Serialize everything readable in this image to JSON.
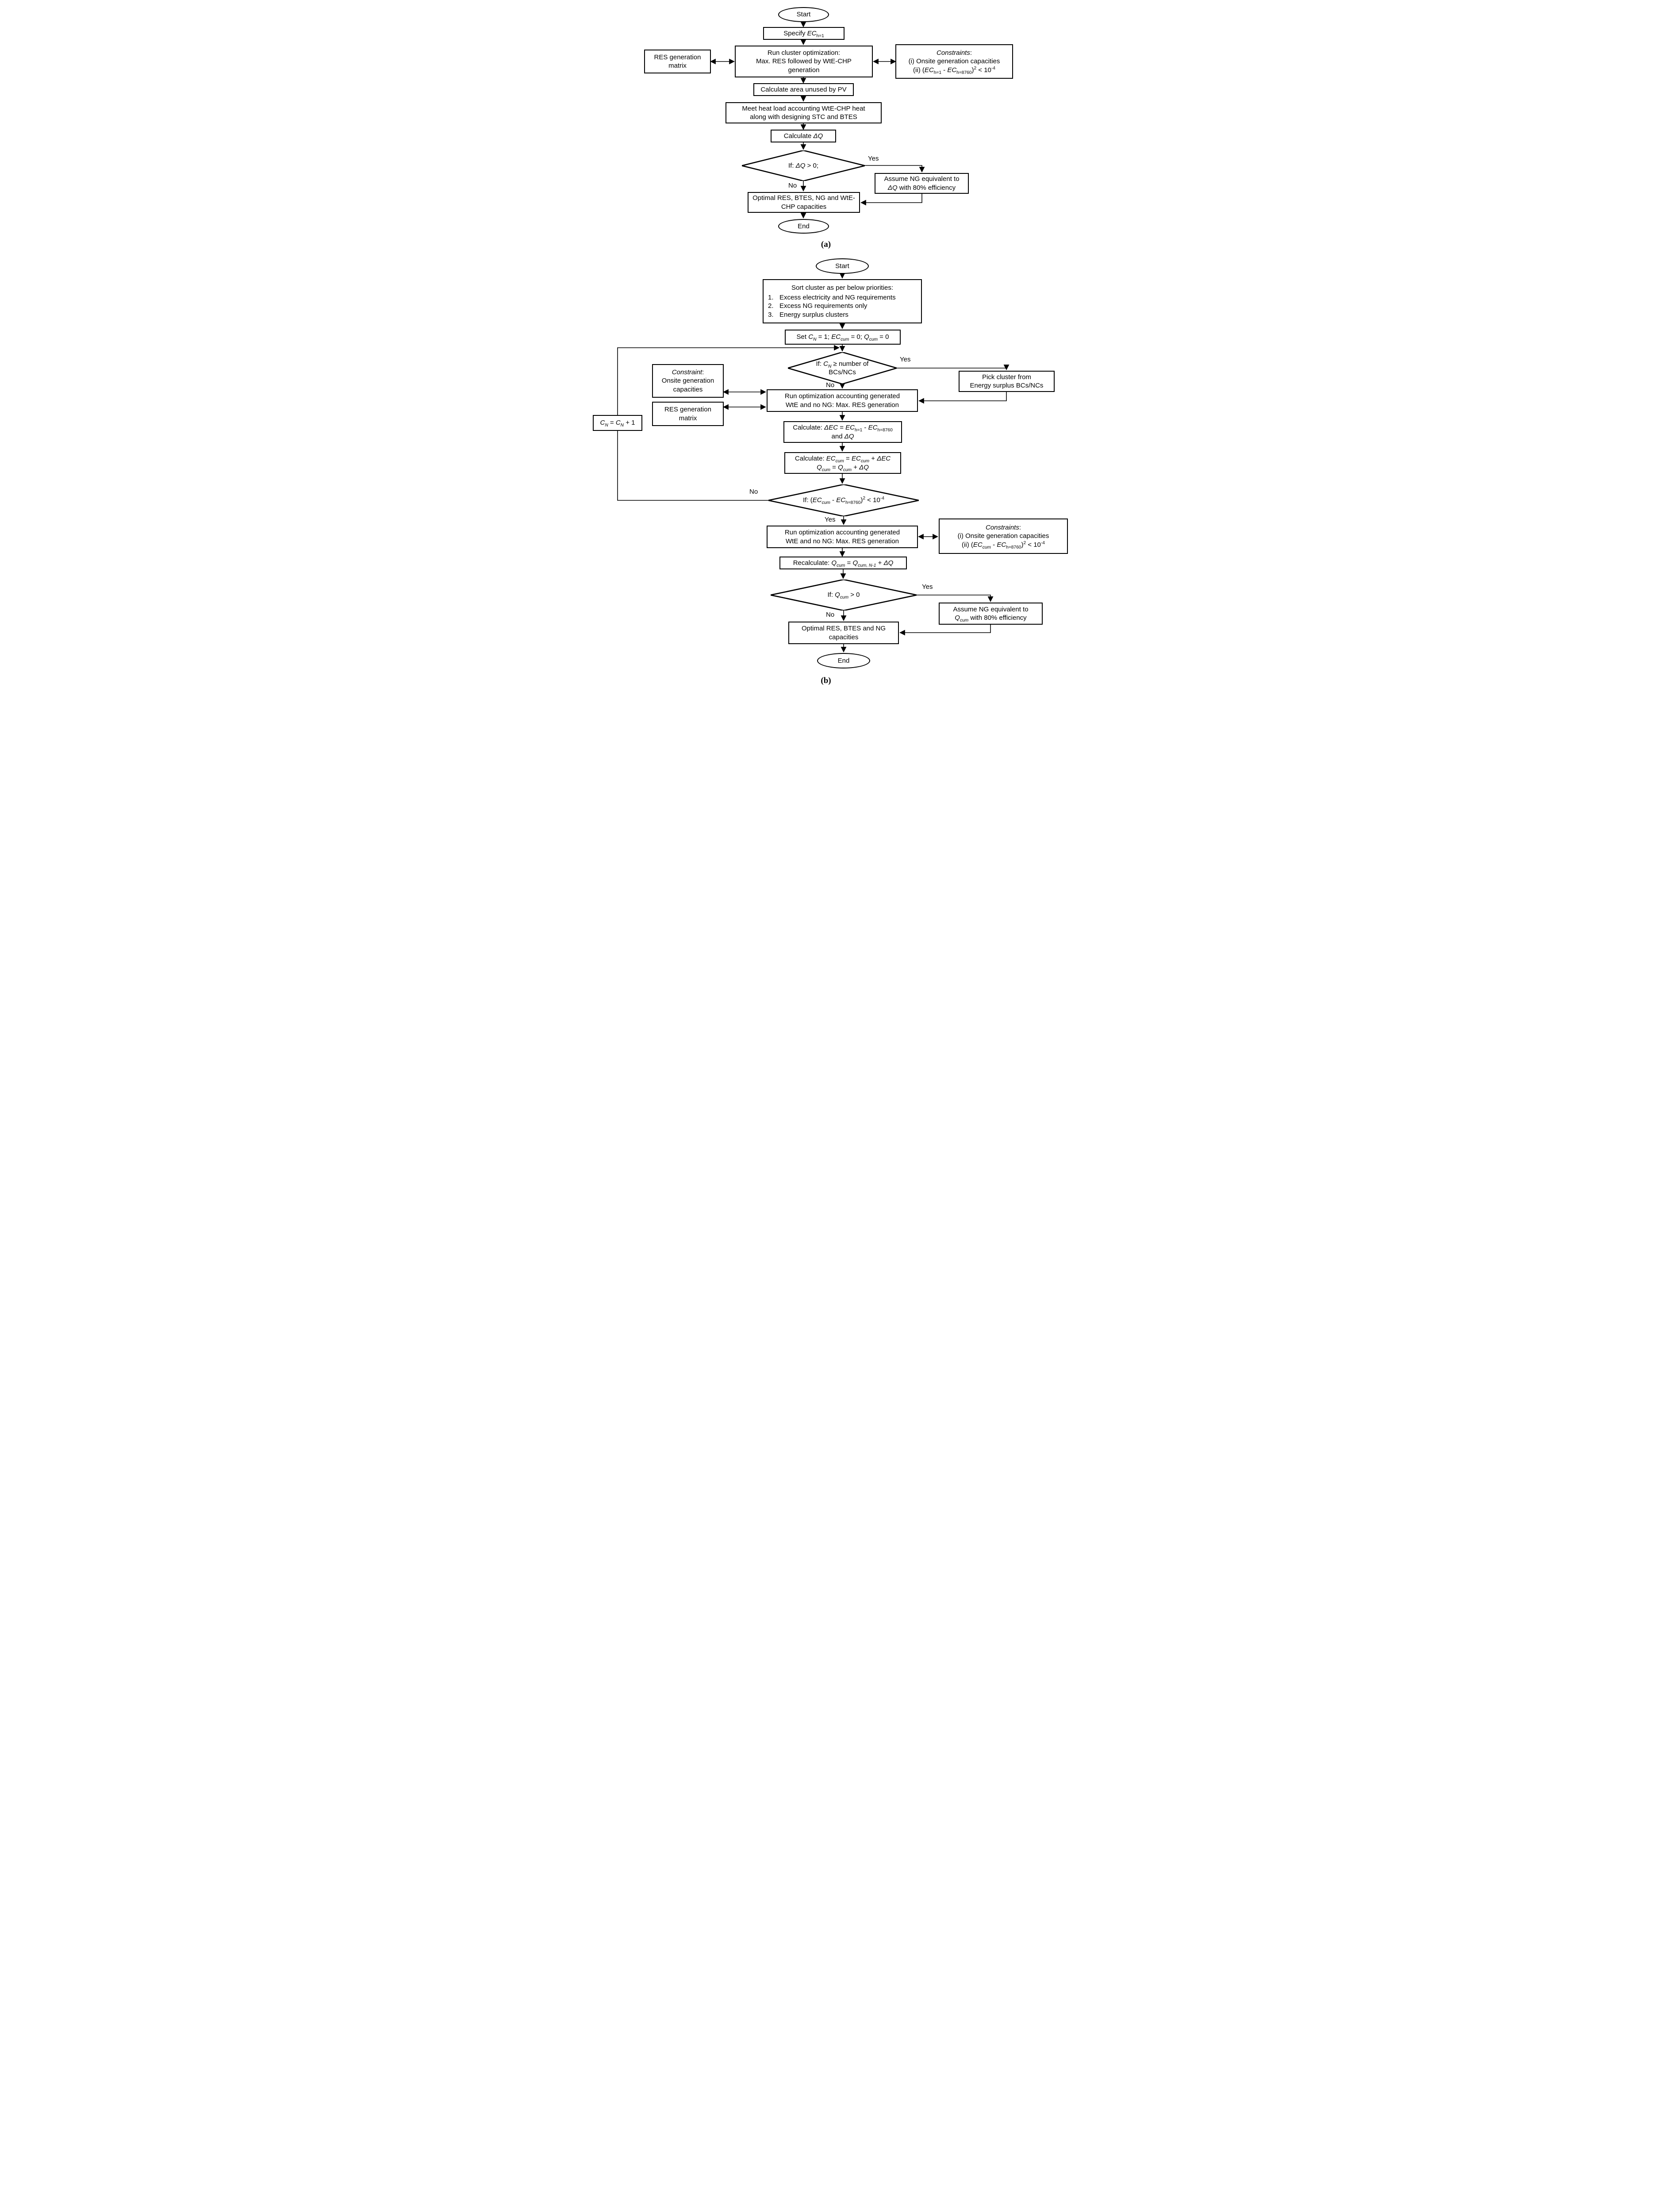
{
  "labels": {
    "yes": "Yes",
    "no": "No"
  },
  "flowchart_a": {
    "caption": "(a)",
    "start": "Start",
    "end": "End",
    "specify": "Specify *EC*_{h=1}",
    "run_cluster": "Run cluster optimization:\nMax. RES followed by WtE-CHP\ngeneration",
    "res_matrix": "RES generation\nmatrix",
    "constraints_title": "*Constraints*:",
    "constraints_line1": "(i) Onsite generation capacities",
    "constraints_line2": "(ii) (*EC*_{h=1} - *EC*_{h=8760})^{2} < 10^{-4}",
    "calc_area": "Calculate area unused by PV",
    "meet_heat": "Meet heat load accounting WtE-CHP heat\nalong with designing STC and BTES",
    "calc_dq": "Calculate *ΔQ*",
    "decision_dq": "If: *ΔQ* > 0;",
    "assume_ng": "Assume NG equivalent to\n*ΔQ* with 80% efficiency",
    "optimal": "Optimal RES, BTES, NG and WtE-\nCHP capacities"
  },
  "flowchart_b": {
    "caption": "(b)",
    "start": "Start",
    "end": "End",
    "sort_title": "Sort cluster as per below priorities:",
    "sort_items": [
      {
        "num": "1.",
        "text": "Excess electricity and NG requirements"
      },
      {
        "num": "2.",
        "text": "Excess NG requirements only"
      },
      {
        "num": "3.",
        "text": "Energy surplus clusters"
      }
    ],
    "set_values": "Set *C*_{*N*} = 1; *EC*_{*cum*} = 0; *Q*_{*cum*} = 0",
    "decision_cn": "If: *C*_{*N*} ≥ number of\nBCs/NCs",
    "pick_cluster": "Pick cluster from\nEnergy surplus BCs/NCs",
    "constraint_title": "*Constraint*:",
    "constraint_body": "Onsite generation\ncapacities",
    "res_matrix": "RES generation\nmatrix",
    "run_opt1": "Run optimization accounting generated\nWtE and no NG: Max. RES generation",
    "cn_increment": "*C*_{*N*} = *C*_{*N*} + 1",
    "calc_dec": "Calculate: *ΔEC* = *EC*_{h=1} - *EC*_{h=8760}\nand *ΔQ*",
    "calc_cum": "Calculate: *EC*_{*cum*} = *EC*_{*cum*} + *ΔEC*\n*Q*_{*cum*} = *Q*_{*cum*} + *ΔQ*",
    "decision_ec": "If: (*EC*_{*cum*} - *EC*_{h=8760})^{2} < 10^{-4}",
    "run_opt2": "Run optimization accounting generated\nWtE and no NG: Max. RES generation",
    "constraints_title": "*Constraints*:",
    "constraints_line1": "(i) Onsite generation capacities",
    "constraints_line2": "(ii) (*EC*_{*cum*} - *EC*_{h=8760})^{2} < 10^{-4}",
    "recalc": "Recalculate: *Q*_{*cum*} = *Q*_{*cum, N-1*} + *ΔQ*",
    "decision_q": "If: *Q*_{*cum*} > 0",
    "assume_ng": "Assume NG equivalent to\n*Q*_{*cum*} with 80% efficiency",
    "optimal": "Optimal RES, BTES and NG\ncapacities"
  }
}
